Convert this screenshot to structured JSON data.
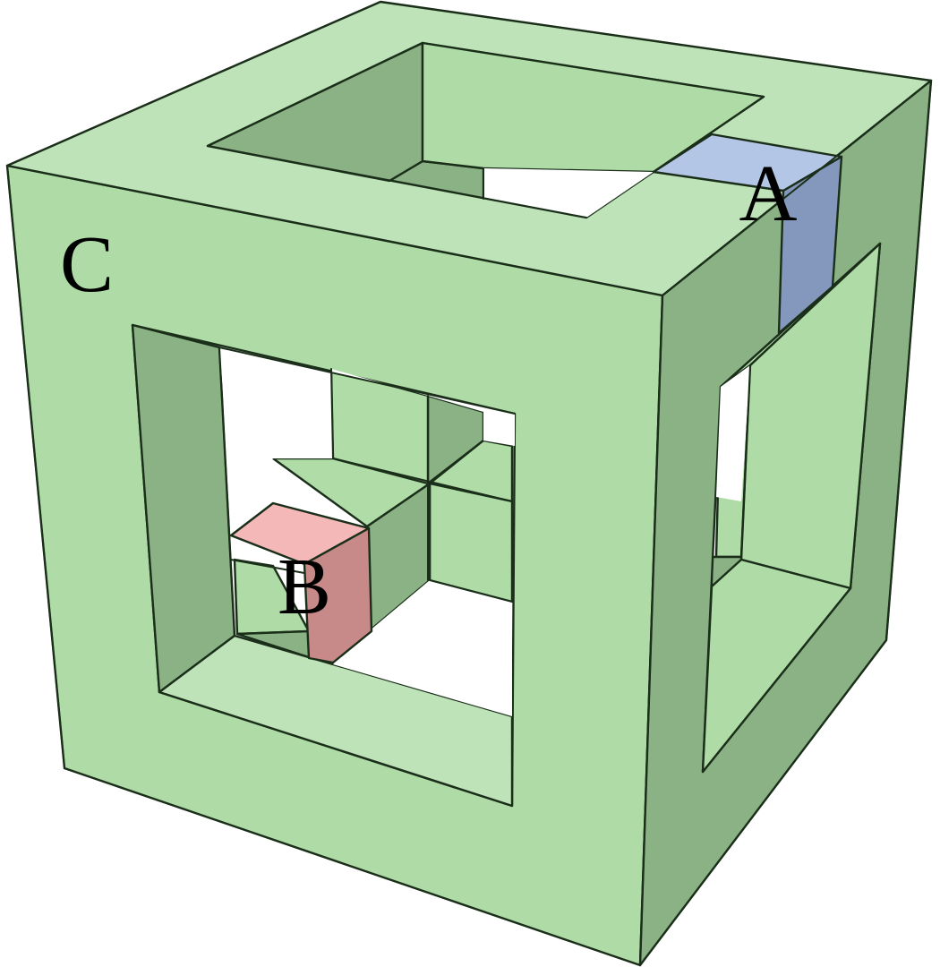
{
  "labels": {
    "a": "A",
    "b": "B",
    "c": "C"
  },
  "colors": {
    "background": "#ffffff",
    "frame_light": "#bfe3b8",
    "frame_mid": "#afdca6",
    "frame_dark": "#8bb285",
    "edge": "#1a2e1a",
    "cube_a_top": "#b4c6e6",
    "cube_a_side": "#8498bd",
    "cube_b_top": "#f4b8b8",
    "cube_b_side": "#c88a88"
  }
}
